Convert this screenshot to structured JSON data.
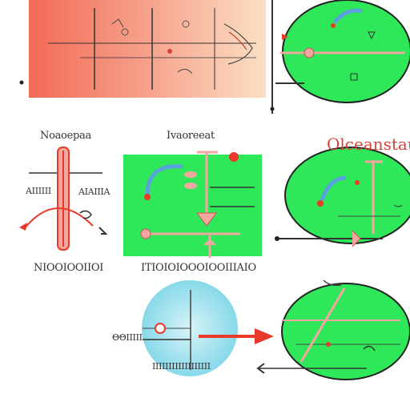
{
  "labels": {
    "row2_left_title": "Νoaoepaa",
    "row2_mid_title": "Ιvaoreeat",
    "row2_right_title": "Olceanstaus",
    "row2_left_side_a": "ΑΙΙΙΙΙΙ",
    "row2_left_side_b": "ΑΙΑΙΙΙΑ",
    "row3_left_caption": "ΝΙΟΟΙΟΟΙΙΟΙ",
    "row3_mid_caption": "ΙΤΙΟΙΟΙΟΟΟΙΟΟΙΙΙΑΙΟ",
    "row4_left_side": "ΘΘΙΙΙΙΙ",
    "row4_bottom_caption": "ΙΙΙΙΙΙΙΙΙΙΙΙΙΙΙΙΙΙ"
  },
  "colors": {
    "panel_red": "#f26a55",
    "panel_peach": "#f9c9a0",
    "green": "#2ee85a",
    "cyan": "#7fd6e8",
    "arrow_red": "#e8392a",
    "pink": "#f4a6a0",
    "blue_arc": "#5aa2dc"
  }
}
